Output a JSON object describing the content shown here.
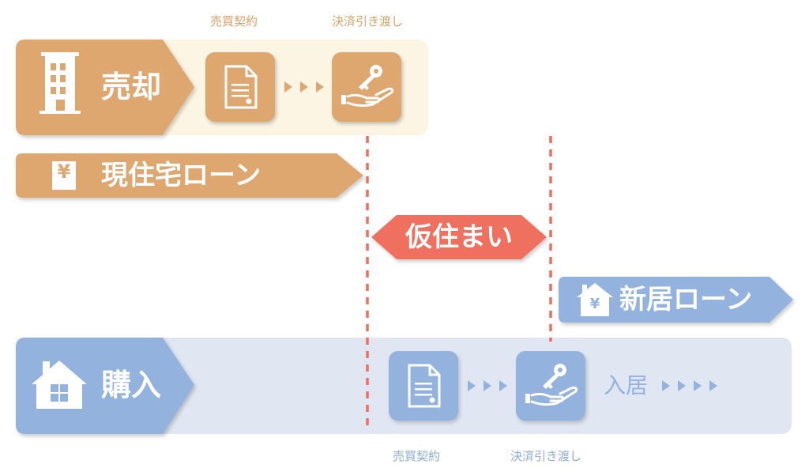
{
  "colors": {
    "orange": "#dfa770",
    "orange_light": "#fdf5e3",
    "blue": "#94b2de",
    "blue_light": "#e0e6f2",
    "red": "#ef6f5f",
    "caption_orange": "#dea064",
    "caption_blue": "#8eabd6"
  },
  "sale": {
    "label": "売却",
    "steps": [
      "売買契約",
      "決済引き渡し"
    ]
  },
  "current_loan": {
    "label": "現住宅ローン",
    "symbol": "¥"
  },
  "temporary": {
    "label": "仮住まい"
  },
  "new_loan": {
    "label": "新居ローン",
    "symbol": "¥"
  },
  "purchase": {
    "label": "購入",
    "steps": [
      "売買契約",
      "決済引き渡し"
    ],
    "move_in": "入居"
  },
  "icons": {
    "sale": "building-icon",
    "contract": "document-icon",
    "handover": "hand-key-icon",
    "loan": "yen-icon",
    "new_loan": "house-yen-icon",
    "purchase": "house-icon",
    "arrows": "triangle-arrow-icon"
  }
}
